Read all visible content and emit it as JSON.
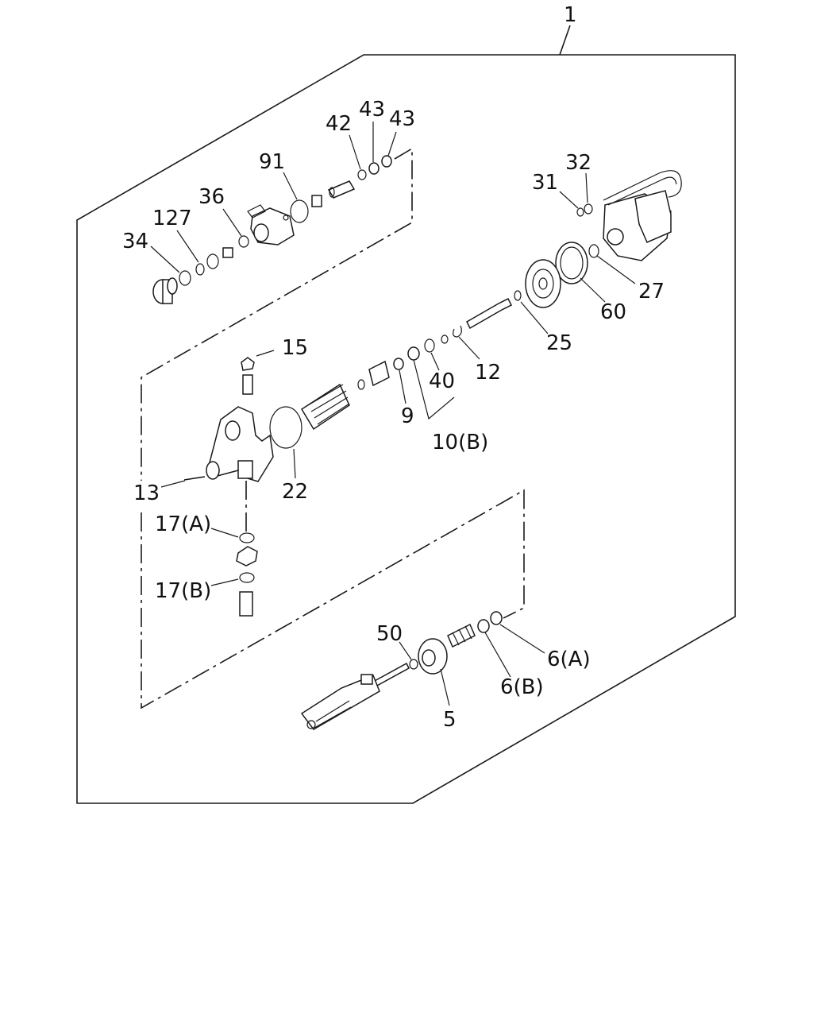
{
  "labels": {
    "assembly": "1",
    "p34": "34",
    "p127": "127",
    "p36": "36",
    "p91": "91",
    "p42": "42",
    "p43a": "43",
    "p43b": "43",
    "p31": "31",
    "p32": "32",
    "p27": "27",
    "p60": "60",
    "p25": "25",
    "p12": "12",
    "p40": "40",
    "p9": "9",
    "p10b": "10(B)",
    "p15": "15",
    "p22": "22",
    "p13": "13",
    "p17a": "17(A)",
    "p17b": "17(B)",
    "p50": "50",
    "p5": "5",
    "p6a": "6(A)",
    "p6b": "6(B)"
  },
  "colors": {
    "line": "#1a1a1a",
    "background": "#ffffff"
  }
}
